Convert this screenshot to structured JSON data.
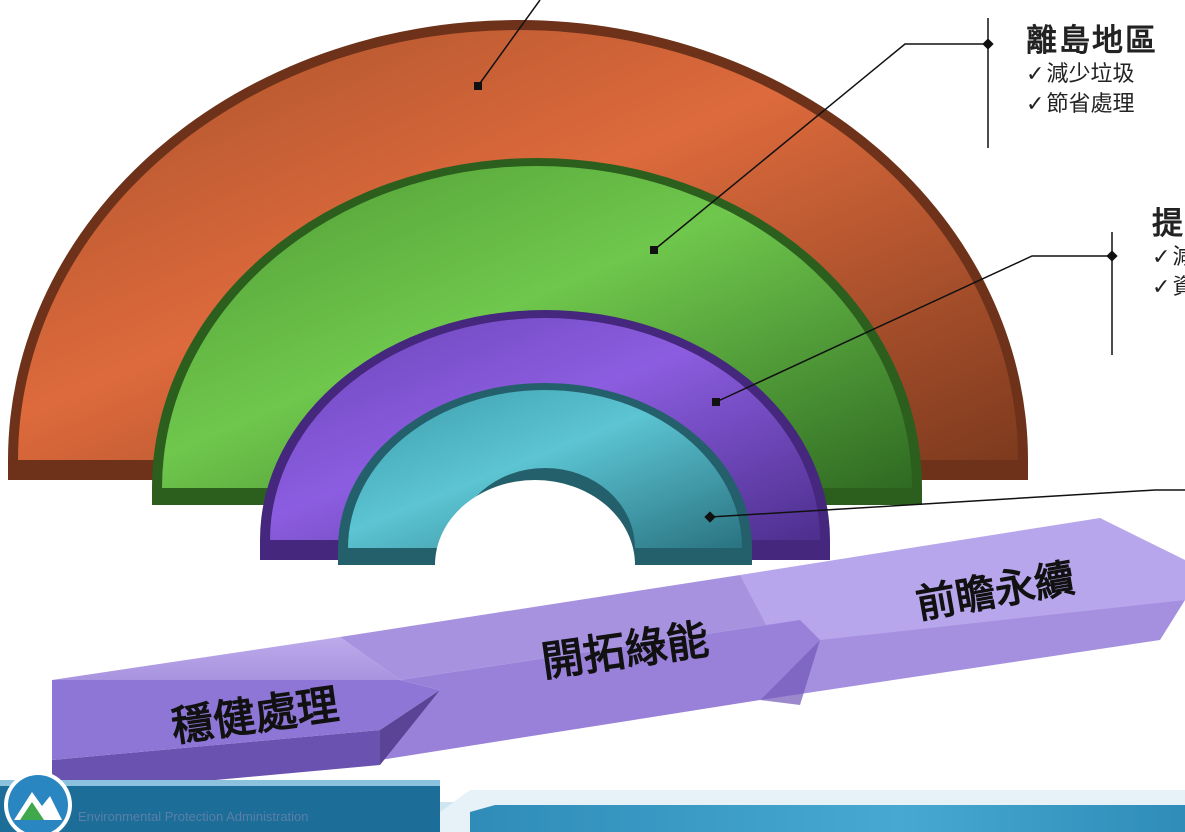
{
  "arrow": {
    "steps": [
      {
        "label": "穩健處理"
      },
      {
        "label": "開拓綠能"
      },
      {
        "label": "前瞻永續"
      }
    ]
  },
  "callouts": [
    {
      "title": "離島地區",
      "items": [
        {
          "check": "✓",
          "text": "減少垃圾"
        },
        {
          "check": "✓",
          "text": "節省處理"
        }
      ]
    },
    {
      "title": "提",
      "items": [
        {
          "check": "✓",
          "text": "減"
        },
        {
          "check": "✓",
          "text": "資"
        }
      ]
    }
  ],
  "footer": {
    "org": "Environmental Protection Administration"
  },
  "colors": {
    "outer_ring": "#d9663a",
    "second_ring": "#6cc04a",
    "third_ring": "#8a5ad8",
    "inner_ring": "#55bccb",
    "arrow": "#9c85d6",
    "footer_band": "#3fa2c9"
  }
}
